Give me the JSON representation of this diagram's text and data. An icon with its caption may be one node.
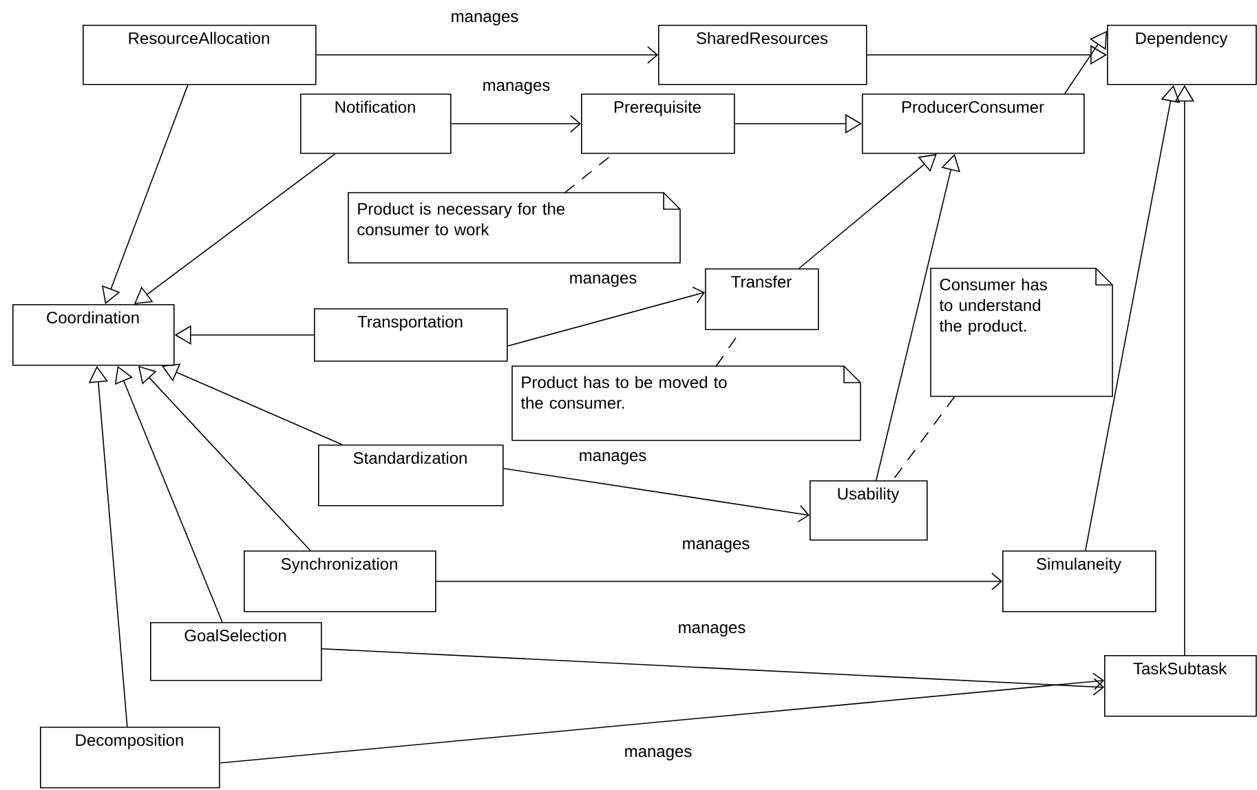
{
  "diagram": {
    "nodes": [
      {
        "text": [
          "ResourceAllocation"
        ]
      },
      {
        "text": [
          "SharedResources"
        ]
      },
      {
        "text": [
          "Dependency"
        ]
      },
      {
        "text": [
          "Notification"
        ]
      },
      {
        "text": [
          "Prerequisite"
        ]
      },
      {
        "text": [
          "ProducerConsumer"
        ]
      },
      {
        "text": [
          "Product is necessary for the consumer to work"
        ]
      },
      {
        "text": [
          "Coordination"
        ]
      },
      {
        "text": [
          "Transportation"
        ]
      },
      {
        "text": [
          "Transfer"
        ]
      },
      {
        "text": [
          "Product has to be moved to the consumer."
        ]
      },
      {
        "text": [
          "Consumer has to understand the product."
        ]
      },
      {
        "text": [
          "Standardization"
        ]
      },
      {
        "text": [
          "Usability"
        ]
      },
      {
        "text": [
          "Synchronization"
        ]
      },
      {
        "text": [
          "Simulaneity"
        ]
      },
      {
        "text": [
          "GoalSelection"
        ]
      },
      {
        "text": [
          "TaskSubtask"
        ]
      },
      {
        "text": [
          "Decomposition"
        ]
      }
    ],
    "edges": [
      {
        "from": 0,
        "to": 1,
        "arrow": "to",
        "label": "manages"
      },
      {
        "from": 0,
        "to": 7,
        "arrow": "to"
      },
      {
        "from": 3,
        "to": 4,
        "arrow": "to",
        "label": "manages"
      },
      {
        "from": 3,
        "to": 7,
        "arrow": "to"
      },
      {
        "from": 1,
        "to": 2,
        "arrow": "to"
      },
      {
        "from": 4,
        "to": 5,
        "arrow": "to"
      },
      {
        "from": 5,
        "to": 2,
        "arrow": "to"
      },
      {
        "from": 6,
        "to": 4,
        "arrow": "none",
        "style": "dashed"
      },
      {
        "from": 8,
        "to": 7,
        "arrow": "to"
      },
      {
        "from": 8,
        "to": 9,
        "arrow": "to",
        "label": "manages"
      },
      {
        "from": 9,
        "to": 5,
        "arrow": "to"
      },
      {
        "from": 10,
        "to": 9,
        "arrow": "none",
        "style": "dashed"
      },
      {
        "from": 12,
        "to": 7,
        "arrow": "to"
      },
      {
        "from": 12,
        "to": 13,
        "arrow": "to",
        "label": "manages"
      },
      {
        "from": 11,
        "to": 13,
        "arrow": "none",
        "style": "dashed"
      },
      {
        "from": 13,
        "to": 5,
        "arrow": "to"
      },
      {
        "from": 14,
        "to": 7,
        "arrow": "to"
      },
      {
        "from": 14,
        "to": 15,
        "arrow": "to",
        "label": "manages"
      },
      {
        "from": 15,
        "to": 2,
        "arrow": "to"
      },
      {
        "from": 16,
        "to": 7,
        "arrow": "to"
      },
      {
        "from": 16,
        "to": 17,
        "arrow": "to",
        "label": "manages"
      },
      {
        "from": 17,
        "to": 2,
        "arrow": "to"
      },
      {
        "from": 18,
        "to": 7,
        "arrow": "to"
      },
      {
        "from": 18,
        "to": 17,
        "arrow": "to",
        "label": "manages"
      }
    ]
  }
}
